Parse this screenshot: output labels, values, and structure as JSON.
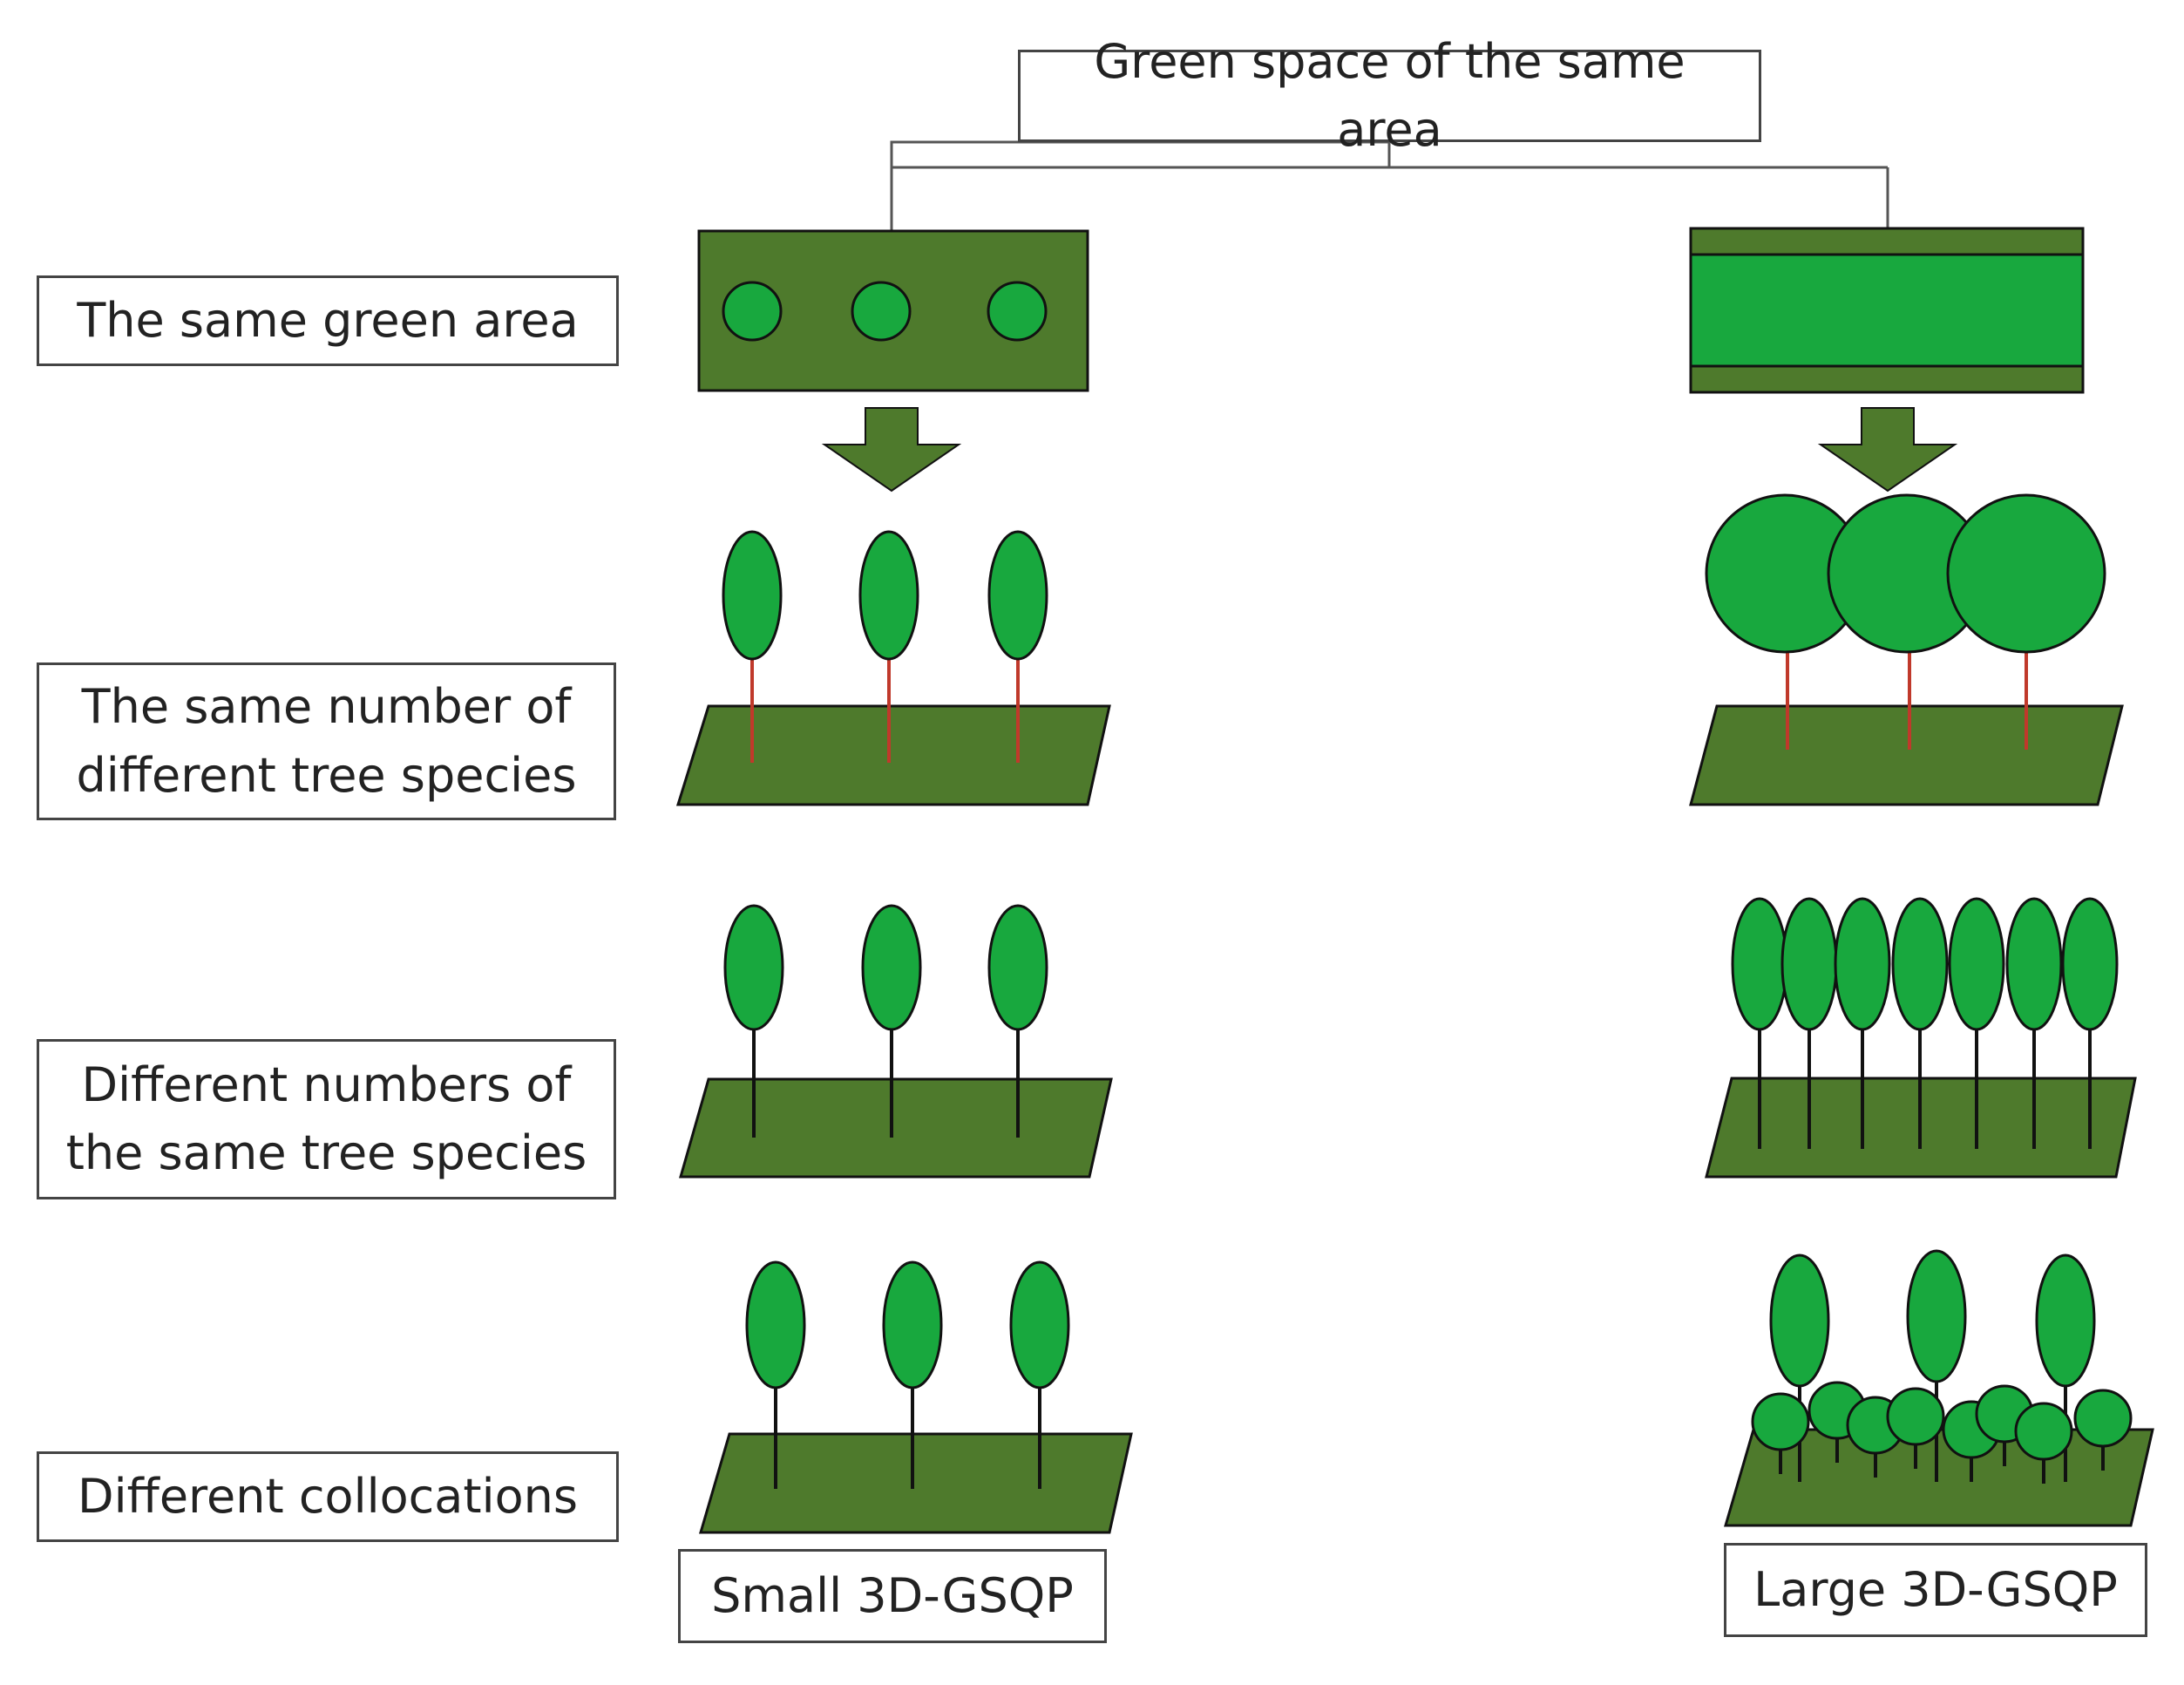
{
  "diagram": {
    "root_label": "Green space of the same area",
    "row_labels": [
      "The same green area",
      "The same number of\ndifferent tree species",
      "Different numbers of\nthe same tree species",
      "Different collocations"
    ],
    "left_caption": "Small 3D-GSQP",
    "right_caption": "Large 3D-GSQP"
  },
  "colors": {
    "ground": "#4e7a2c",
    "canopy": "#18a83e",
    "outline": "#111111",
    "trunk_red": "#c0392b",
    "trunk_black": "#111111",
    "connector": "#555555"
  }
}
